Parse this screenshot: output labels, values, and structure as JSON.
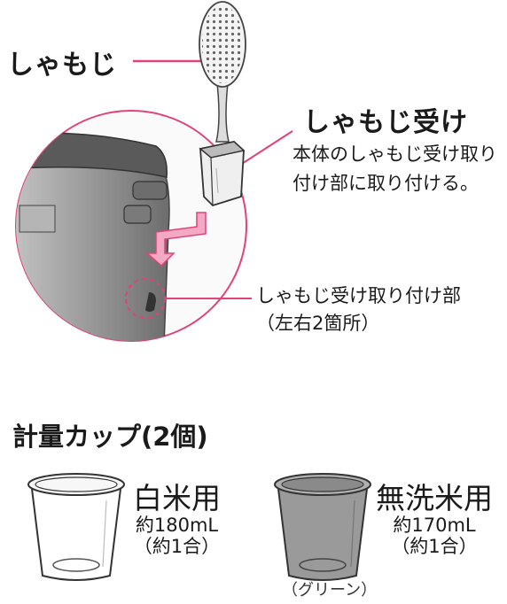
{
  "callouts": {
    "shamoji": "しゃもじ",
    "holder_title": "しゃもじ受け",
    "holder_desc": "本体のしゃもじ受け取り付け部に取り付ける。",
    "mount_label": "しゃもじ受け取り付け部",
    "mount_note": "（左右2箇所）"
  },
  "measuring_cups": {
    "title": "計量カップ(2個)",
    "white_rice": {
      "name": "白米用",
      "capacity": "約180mL",
      "approx": "（約1合）"
    },
    "musenmai": {
      "name": "無洗米用",
      "capacity": "約170mL",
      "approx": "（約1合）",
      "color_note": "（グリーン）"
    }
  },
  "colors": {
    "accent": "#e0427a",
    "cup_gray": "#9a9a9a",
    "body_gray": "#8a8a8a"
  }
}
